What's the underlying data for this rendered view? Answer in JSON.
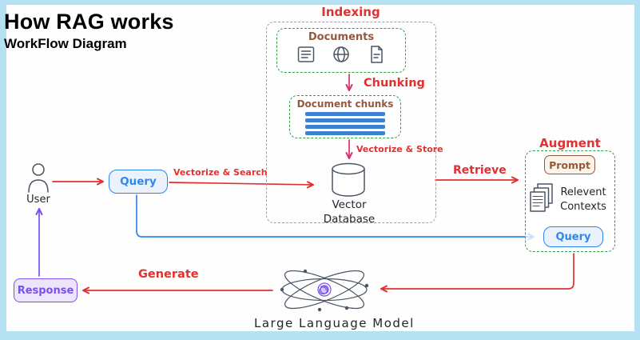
{
  "header": {
    "title": "How RAG works",
    "subtitle": "WorkFlow Diagram"
  },
  "colors": {
    "red": "#e03131",
    "magenta": "#d6336c",
    "blue": "#2f86eb",
    "purple": "#7950f2",
    "brown": "#96583a",
    "green": "#2f9e44",
    "gray_dash": "#9aa0a6",
    "stripe": "#3f7fd4",
    "frame": "#b5e2f2",
    "ink": "#212529"
  },
  "indexing": {
    "title": "Indexing",
    "documents_label": "Documents",
    "chunking_label": "Chunking",
    "chunks_label": "Document chunks",
    "vectorize_store_label": "Vectorize & Store",
    "database_label": "Vector Database"
  },
  "left_flow": {
    "user_label": "User",
    "query_label": "Query",
    "vectorize_search_label": "Vectorize & Search",
    "generate_label": "Generate",
    "response_label": "Response"
  },
  "augment": {
    "title": "Augment",
    "retrieve_label": "Retrieve",
    "prompt_label": "Prompt",
    "contexts_label": "Relevent Contexts",
    "query_label": "Query"
  },
  "llm": {
    "label": "Large Language Model"
  }
}
